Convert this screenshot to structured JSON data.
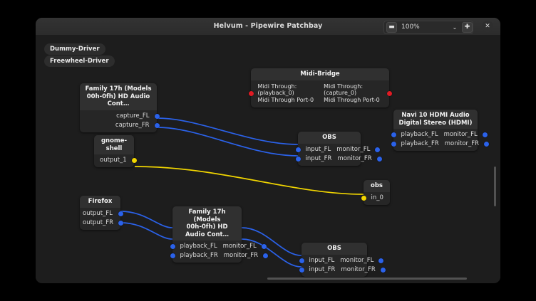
{
  "window": {
    "title": "Helvum - Pipewire Patchbay",
    "zoom": {
      "minus_label": "▬",
      "value": "100%",
      "chevron": "⌄",
      "plus_label": "✚"
    },
    "close_label": "✕"
  },
  "drivers": [
    {
      "label": "Dummy-Driver"
    },
    {
      "label": "Freewheel-Driver"
    }
  ],
  "colors": {
    "audio_cable": "#2b62ea",
    "midi_cable": "#f2d600",
    "audio_port": "#2b62ea",
    "midi_port": "#f2d600",
    "control_port": "#e01b24",
    "node_bg": "#262626",
    "node_header_bg": "#303030",
    "canvas_bg": "#1d1d1d"
  },
  "nodes": {
    "midi_bridge": {
      "title": "Midi-Bridge",
      "left_port": "Midi Through:(playback_0)\nMidi Through Port-0",
      "right_port": "Midi Through:(capture_0)\nMidi Through Port-0"
    },
    "family_top": {
      "title": "Family 17h (Models\n00h-0fh) HD Audio Cont…",
      "outputs": [
        "capture_FL",
        "capture_FR"
      ]
    },
    "gnome_shell": {
      "title": "gnome-shell",
      "outputs": [
        "output_1"
      ]
    },
    "firefox": {
      "title": "Firefox",
      "outputs": [
        "output_FL",
        "output_FR"
      ]
    },
    "family_bottom": {
      "title": "Family 17h (Models\n00h-0fh) HD Audio Cont…",
      "inputs": [
        "playback_FL",
        "playback_FR"
      ],
      "outputs": [
        "monitor_FL",
        "monitor_FR"
      ]
    },
    "obs_top": {
      "title": "OBS",
      "inputs": [
        "input_FL",
        "input_FR"
      ],
      "outputs": [
        "monitor_FL",
        "monitor_FR"
      ]
    },
    "obs_bottom": {
      "title": "OBS",
      "inputs": [
        "input_FL",
        "input_FR"
      ],
      "outputs": [
        "monitor_FL",
        "monitor_FR"
      ]
    },
    "obs_video": {
      "title": "obs",
      "inputs": [
        "in_0"
      ]
    },
    "navi": {
      "title": "Navi 10 HDMI Audio\nDigital Stereo (HDMI)",
      "inputs": [
        "playback_FL",
        "playback_FR"
      ],
      "outputs": [
        "monitor_FL",
        "monitor_FR"
      ]
    }
  }
}
